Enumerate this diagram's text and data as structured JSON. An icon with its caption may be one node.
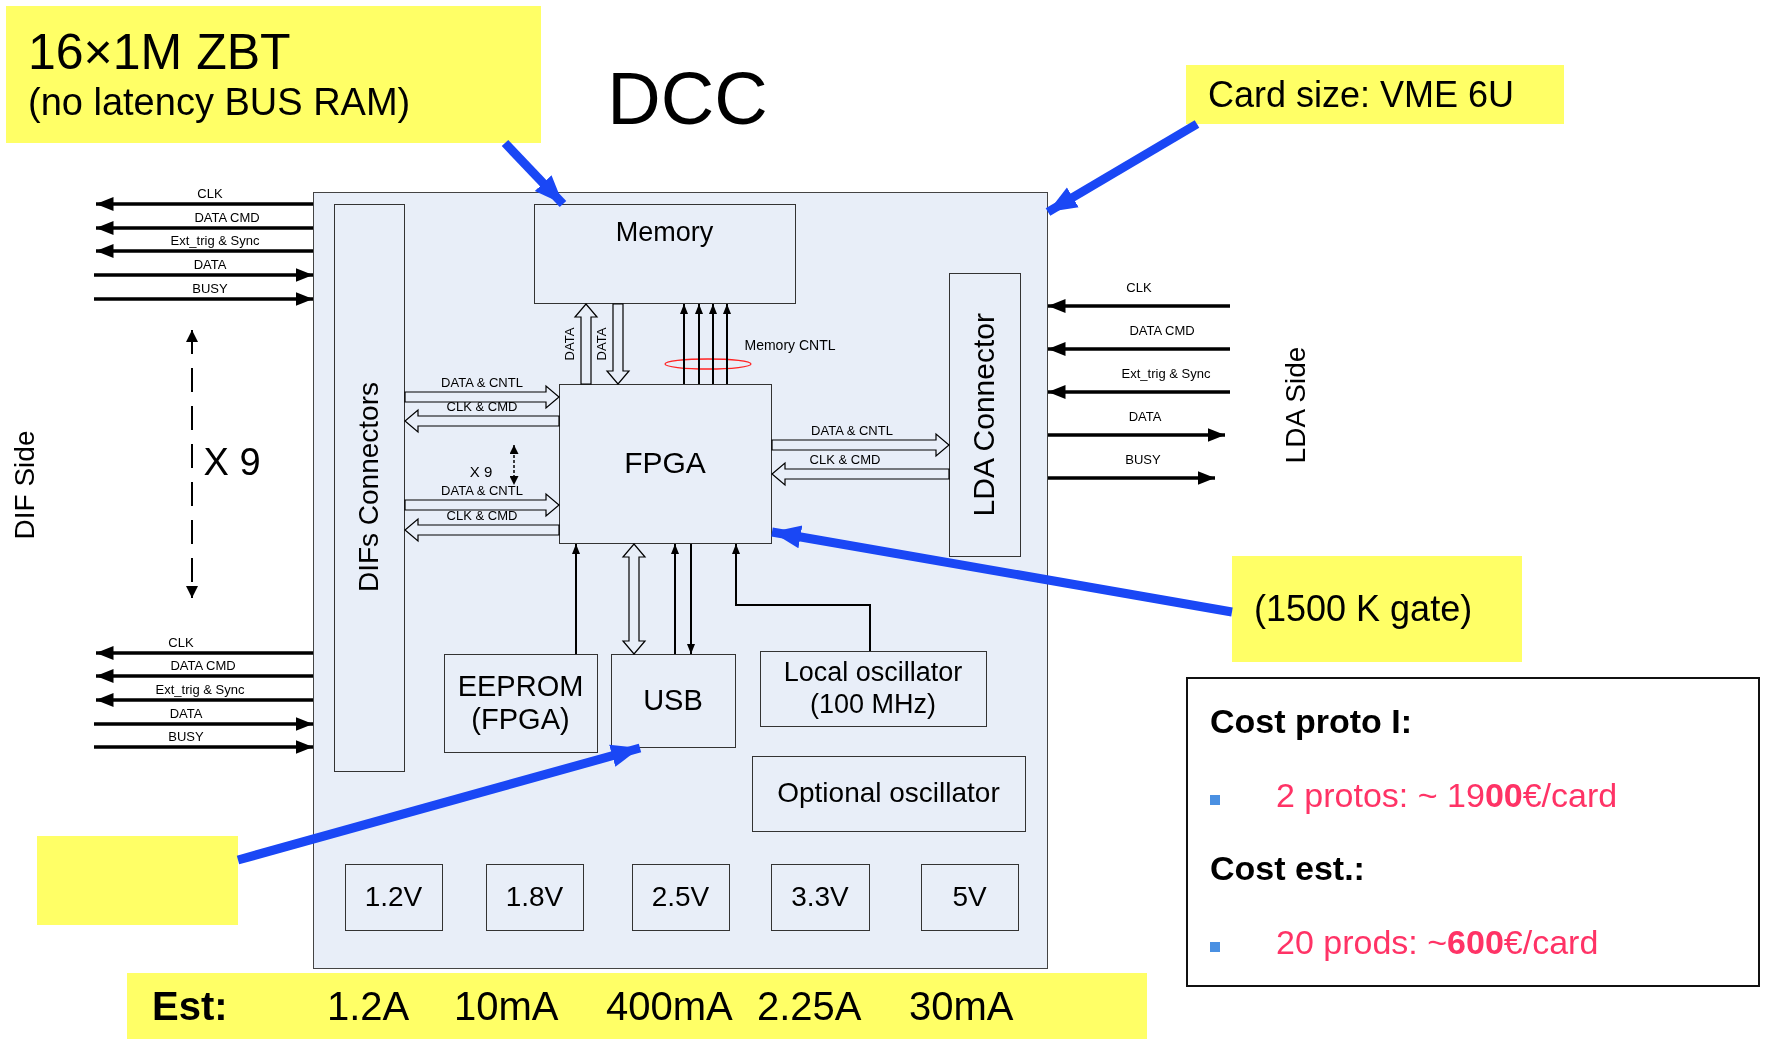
{
  "diagram": {
    "title": "DCC",
    "nodes": [
      {
        "text": [
          "16×1M ZBT",
          "(no latency BUS RAM)"
        ]
      },
      {
        "text": [
          "Card size: VME 6U"
        ]
      },
      {
        "text": [],
        "shape": "box"
      },
      {
        "text": [
          "DIFs Connectors"
        ],
        "in": 2
      },
      {
        "text": [
          "Memory"
        ],
        "in": 2
      },
      {
        "text": [
          "FPGA"
        ],
        "in": 2
      },
      {
        "text": [
          "LDA Connector"
        ],
        "in": 2
      },
      {
        "text": [
          "EEPROM (FPGA)"
        ],
        "in": 2
      },
      {
        "text": [
          "USB"
        ],
        "in": 2
      },
      {
        "text": [
          "Local oscillator (100 MHz)"
        ],
        "in": 2
      },
      {
        "text": [
          "Optional oscillator"
        ],
        "in": 2
      },
      {
        "text": [
          "1.2V"
        ],
        "in": 2
      },
      {
        "text": [
          "1.8V"
        ],
        "in": 2
      },
      {
        "text": [
          "2.5V"
        ],
        "in": 2
      },
      {
        "text": [
          "3.3V"
        ],
        "in": 2
      },
      {
        "text": [
          "5V"
        ],
        "in": 2
      },
      {
        "text": [
          "(1500 K gate)"
        ]
      },
      {
        "text": [],
        "shape": "box"
      },
      {
        "text": [
          "Cost proto I:",
          "2 protos: ~ 19**00**€/card",
          "Cost est.:",
          "20 prods: ~**600**€/card"
        ]
      },
      {
        "text": [
          "Est:",
          "1.2A",
          "10mA",
          "400mA",
          "2.25A",
          "30mA"
        ]
      }
    ],
    "edges": [
      {
        "from": 2,
        "to": null,
        "arrow": "to",
        "label": "CLK"
      },
      {
        "from": 2,
        "to": null,
        "arrow": "to",
        "label": "DATA CMD"
      },
      {
        "from": 2,
        "to": null,
        "arrow": "to",
        "label": "Ext_trig & Sync"
      },
      {
        "from": null,
        "to": 2,
        "arrow": "to",
        "label": "DATA"
      },
      {
        "from": null,
        "to": 2,
        "arrow": "to",
        "label": "BUSY"
      },
      {
        "from": 2,
        "to": null,
        "arrow": "to",
        "label": "CLK"
      },
      {
        "from": 2,
        "to": null,
        "arrow": "to",
        "label": "DATA CMD"
      },
      {
        "from": 2,
        "to": null,
        "arrow": "to",
        "label": "Ext_trig & Sync"
      },
      {
        "from": null,
        "to": 2,
        "arrow": "to",
        "label": "DATA"
      },
      {
        "from": null,
        "to": 2,
        "arrow": "to",
        "label": "BUSY"
      },
      {
        "from": null,
        "to": 2,
        "arrow": "to",
        "label": "CLK"
      },
      {
        "from": null,
        "to": 2,
        "arrow": "to",
        "label": "DATA CMD"
      },
      {
        "from": null,
        "to": 2,
        "arrow": "to",
        "label": "Ext_trig & Sync"
      },
      {
        "from": 2,
        "to": null,
        "arrow": "to",
        "label": "DATA"
      },
      {
        "from": 2,
        "to": null,
        "arrow": "to",
        "label": "BUSY"
      },
      {
        "from": 3,
        "to": 5,
        "arrow": "to",
        "label": "DATA & CNTL",
        "style": "thick"
      },
      {
        "from": 5,
        "to": 3,
        "arrow": "to",
        "label": "CLK & CMD",
        "style": "thick"
      },
      {
        "from": 3,
        "to": 5,
        "arrow": "to",
        "label": "DATA & CNTL",
        "style": "thick"
      },
      {
        "from": 5,
        "to": 3,
        "arrow": "to",
        "label": "CLK & CMD",
        "style": "thick"
      },
      {
        "from": 5,
        "to": 6,
        "arrow": "to",
        "label": "DATA & CNTL",
        "style": "thick"
      },
      {
        "from": 6,
        "to": 5,
        "arrow": "to",
        "label": "CLK & CMD",
        "style": "thick"
      },
      {
        "from": 5,
        "to": 4,
        "arrow": "to",
        "label": "DATA",
        "style": "thick"
      },
      {
        "from": 4,
        "to": 5,
        "arrow": "to",
        "label": "DATA",
        "style": "thick"
      },
      {
        "from": 5,
        "to": 4,
        "arrow": "to"
      },
      {
        "from": 5,
        "to": 4,
        "arrow": "to"
      },
      {
        "from": 5,
        "to": 4,
        "arrow": "to"
      },
      {
        "from": 5,
        "to": 4,
        "arrow": "to"
      },
      {
        "from": 7,
        "to": 5,
        "arrow": "to"
      },
      {
        "from": 8,
        "to": 5,
        "arrow": "both",
        "style": "thick"
      },
      {
        "from": 8,
        "to": 5,
        "arrow": "to"
      },
      {
        "from": 5,
        "to": 8,
        "arrow": "to"
      },
      {
        "from": 9,
        "to": 5,
        "arrow": "to"
      },
      {
        "from": 0,
        "to": 4,
        "arrow": "to",
        "style": "thick",
        "color": "#1a47f5"
      },
      {
        "from": 1,
        "to": 2,
        "arrow": "to",
        "style": "thick",
        "color": "#1a47f5"
      },
      {
        "from": 16,
        "to": 5,
        "arrow": "to",
        "style": "thick",
        "color": "#1a47f5"
      },
      {
        "from": 17,
        "to": 8,
        "arrow": "to",
        "style": "thick",
        "color": "#1a47f5"
      }
    ],
    "labels": [
      "DIF Side",
      "X 9",
      "Memory CNTL",
      "X 9",
      "LDA Side"
    ]
  }
}
